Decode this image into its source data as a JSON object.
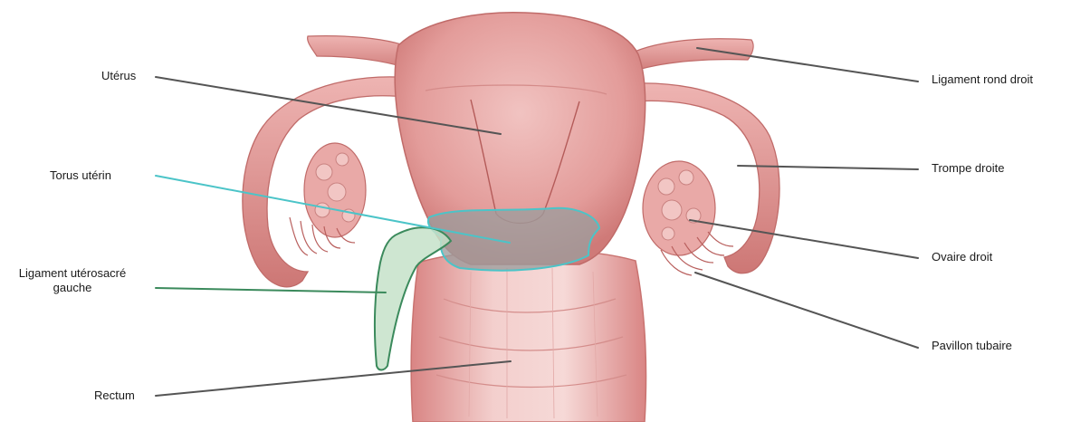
{
  "labels": {
    "uterus": "Utérus",
    "torus": "Torus utérin",
    "ligament_uterosacre": "Ligament utérosacré gauche",
    "rectum": "Rectum",
    "ligament_rond": "Ligament rond droit",
    "trompe": "Trompe droite",
    "ovaire": "Ovaire droit",
    "pavillon": "Pavillon tubaire"
  },
  "colors": {
    "tissue": "#e9a7a5",
    "tissue_dark": "#c96f6e",
    "tissue_light": "#f6d5d3",
    "leader_gray": "#555555",
    "torus_outline": "#4bc4c8",
    "torus_fill": "#9c9c9c",
    "ligament_outline": "#3b8a5c",
    "ligament_fill": "#c6e2c9"
  }
}
